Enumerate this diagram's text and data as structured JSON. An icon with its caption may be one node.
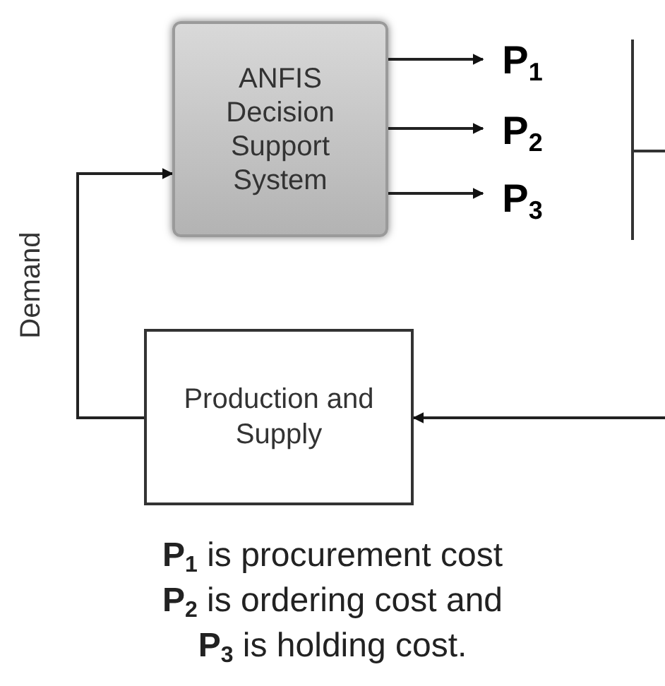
{
  "diagram": {
    "nodes": [
      {
        "text": [
          "ANFIS Decision Support System"
        ]
      },
      {
        "text": [
          "P$_{1}$"
        ]
      },
      {
        "text": [
          "P$_{2}$"
        ]
      },
      {
        "text": [
          "P$_{3}$"
        ]
      },
      {
        "text": [
          "Production and Supply"
        ]
      }
    ],
    "edges": [
      {
        "from": 0,
        "to": 1,
        "arrow": "to"
      },
      {
        "from": 0,
        "to": 2,
        "arrow": "to"
      },
      {
        "from": 0,
        "to": 3,
        "arrow": "to"
      },
      {
        "from": 4,
        "to": 0,
        "arrow": "to",
        "label": "Demand"
      },
      {
        "from": null,
        "to": 4,
        "arrow": "to"
      }
    ],
    "labels": [
      "**P**$_{1}$ is procurement cost",
      "**P**$_{2}$ is ordering cost and",
      "**P**$_{3}$ is holding cost."
    ]
  }
}
